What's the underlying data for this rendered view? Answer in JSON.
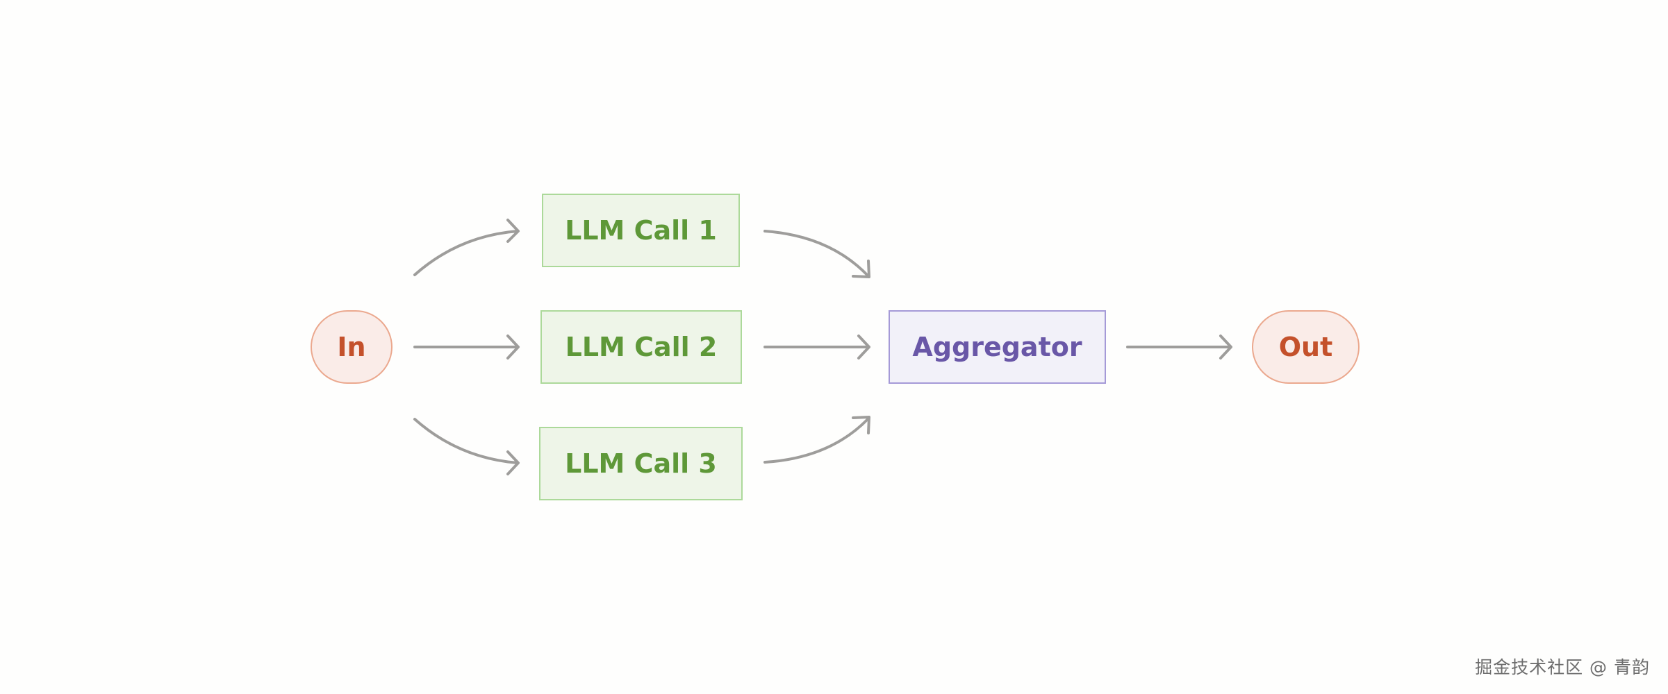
{
  "nodes": {
    "input": "In",
    "llm_call_1": "LLM Call 1",
    "llm_call_2": "LLM Call 2",
    "llm_call_3": "LLM Call 3",
    "aggregator": "Aggregator",
    "output": "Out"
  },
  "edges": [
    {
      "from": "In",
      "to": "LLM Call 1"
    },
    {
      "from": "In",
      "to": "LLM Call 2"
    },
    {
      "from": "In",
      "to": "LLM Call 3"
    },
    {
      "from": "LLM Call 1",
      "to": "Aggregator"
    },
    {
      "from": "LLM Call 2",
      "to": "Aggregator"
    },
    {
      "from": "LLM Call 3",
      "to": "Aggregator"
    },
    {
      "from": "Aggregator",
      "to": "Out"
    }
  ],
  "colors": {
    "terminal_fill": "#faece8",
    "terminal_border": "#eba88e",
    "terminal_text": "#c4512b",
    "llm_fill": "#eef5e8",
    "llm_border": "#acd99a",
    "llm_text": "#5e9838",
    "aggregator_fill": "#f2f1f9",
    "aggregator_border": "#a59ad7",
    "aggregator_text": "#6957a7",
    "arrow": "#9e9d9b"
  },
  "watermark": "掘金技术社区 @ 青韵"
}
